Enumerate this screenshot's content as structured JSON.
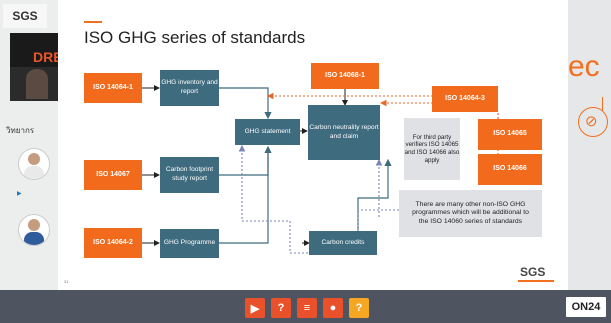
{
  "sidebar": {
    "logo": "SGS",
    "video_banner_text": "DRE",
    "speaker_label": "วิทยากร"
  },
  "slide": {
    "title": "ISO GHG series of standards",
    "boxes": {
      "iso14064_1": "ISO 14064-1",
      "iso14067": "ISO 14067",
      "iso14064_2": "ISO 14064-2",
      "iso14068_1": "ISO 14068-1",
      "iso14064_3": "ISO 14064-3",
      "iso14065": "ISO 14065",
      "iso14066": "ISO 14066",
      "ghg_inventory": "GHG inventory and report",
      "carbon_footprint": "Carbon footprint study report",
      "ghg_programme": "GHG Programme",
      "ghg_statement": "GHG statement",
      "carbon_neutrality": "Carbon neutrality report and claim",
      "carbon_credits": "Carbon credits",
      "third_party_note": "For third party verifiers ISO 14065 and ISO 14066 also apply",
      "other_programmes_note": "There are many other non-ISO GHG programmes which will be additional to the ISO 14060 series  of standards"
    },
    "page_number": "31",
    "footer_logo": "SGS"
  },
  "right_strip": {
    "text": "ec"
  },
  "toolbar": {
    "buttons": [
      {
        "icon": "media-player-icon",
        "glyph": "▶",
        "color": "#e8512a"
      },
      {
        "icon": "qa-chat-icon",
        "glyph": "?",
        "color": "#e8512a"
      },
      {
        "icon": "resources-list-icon",
        "glyph": "≡",
        "color": "#e8512a"
      },
      {
        "icon": "speaker-bio-icon",
        "glyph": "●",
        "color": "#e8512a"
      },
      {
        "icon": "help-icon",
        "glyph": "?",
        "color": "#f5a623"
      }
    ],
    "brand": "ON24"
  }
}
